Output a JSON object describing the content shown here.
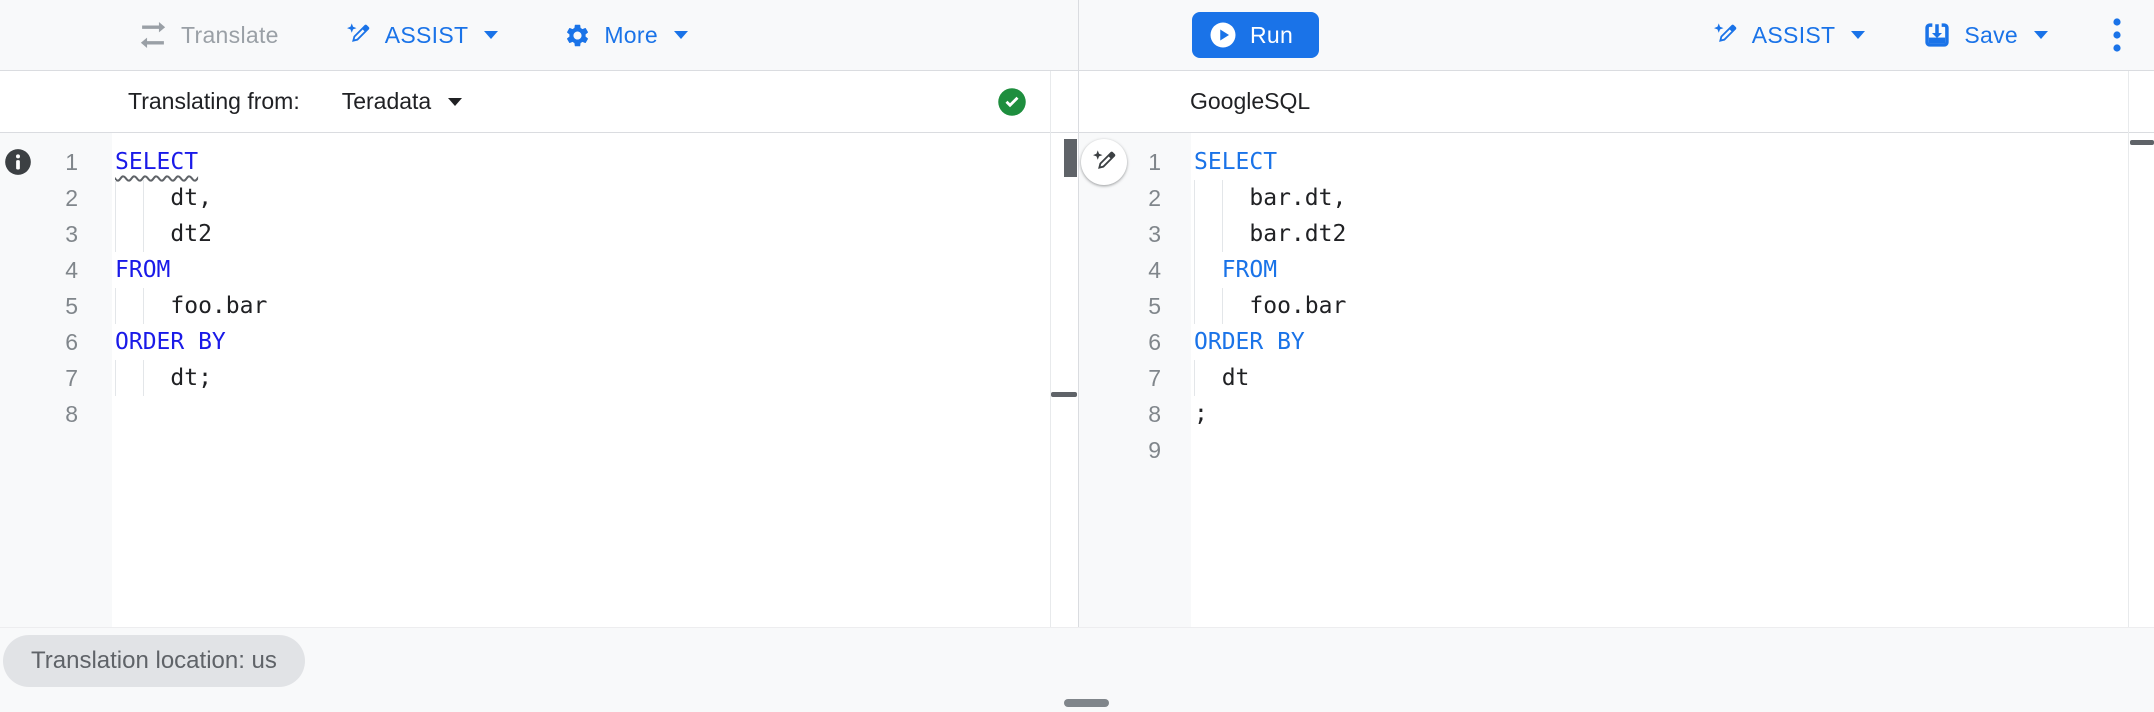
{
  "toolbar": {
    "translate_label": "Translate",
    "assist_label": "ASSIST",
    "more_label": "More",
    "run_label": "Run",
    "assist_right_label": "ASSIST",
    "save_label": "Save"
  },
  "source_panel": {
    "header_prefix": "Translating from:",
    "dialect": "Teradata",
    "validation_status": "success",
    "lines": [
      {
        "num": 1,
        "text": "SELECT",
        "keyword": true,
        "squiggle": true,
        "guides": 0
      },
      {
        "num": 2,
        "text": "    dt,",
        "keyword": false,
        "guides": 2
      },
      {
        "num": 3,
        "text": "    dt2",
        "keyword": false,
        "guides": 2
      },
      {
        "num": 4,
        "text": "FROM",
        "keyword": true,
        "guides": 0
      },
      {
        "num": 5,
        "text": "    foo.bar",
        "keyword": false,
        "guides": 2
      },
      {
        "num": 6,
        "text": "ORDER BY",
        "keyword": true,
        "guides": 0
      },
      {
        "num": 7,
        "text": "    dt;",
        "keyword": false,
        "guides": 2
      },
      {
        "num": 8,
        "text": "",
        "keyword": false,
        "guides": 0
      }
    ]
  },
  "target_panel": {
    "header_label": "GoogleSQL",
    "lines": [
      {
        "num": 1,
        "text": "SELECT",
        "keyword": true,
        "guides": 0
      },
      {
        "num": 2,
        "text": "    bar.dt,",
        "keyword": false,
        "guides": 2
      },
      {
        "num": 3,
        "text": "    bar.dt2",
        "keyword": false,
        "guides": 2
      },
      {
        "num": 4,
        "text": "  FROM",
        "keyword": true,
        "guides": 1
      },
      {
        "num": 5,
        "text": "    foo.bar",
        "keyword": false,
        "guides": 2
      },
      {
        "num": 6,
        "text": "ORDER BY",
        "keyword": true,
        "guides": 0
      },
      {
        "num": 7,
        "text": "  dt",
        "keyword": false,
        "guides": 1
      },
      {
        "num": 8,
        "text": ";",
        "keyword": false,
        "guides": 0
      },
      {
        "num": 9,
        "text": "",
        "keyword": false,
        "guides": 0
      }
    ]
  },
  "footer": {
    "location_badge": "Translation location: us"
  },
  "colors": {
    "accent_blue": "#1a73e8",
    "keyword_blue_source": "#1a1ae8",
    "keyword_blue_target": "#1a73e8",
    "success_green": "#1e8e3e",
    "disabled_gray": "#9aa0a6",
    "code_text": "#202124",
    "line_number_gray": "#80868b",
    "badge_bg": "#e1e3e6"
  },
  "icons": {
    "translate": "swap-arrows-icon",
    "assist": "magic-pen-icon",
    "more": "gear-icon",
    "run": "play-circle-icon",
    "save": "save-box-icon",
    "overflow": "kebab-menu-icon",
    "source_line_info": "info-icon",
    "validation": "check-circle-icon",
    "floating_assist": "magic-pen-icon"
  }
}
